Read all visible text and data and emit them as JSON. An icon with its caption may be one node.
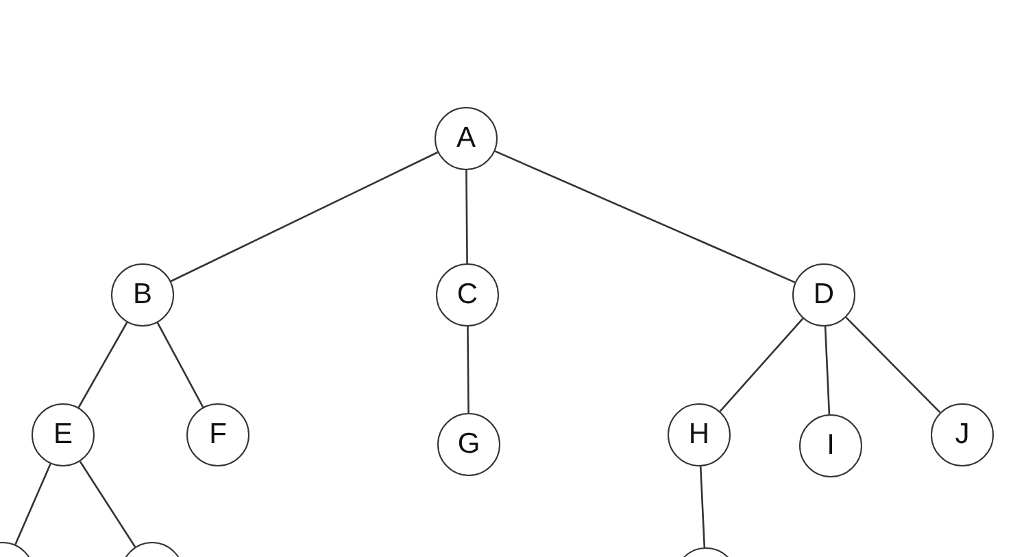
{
  "diagram": {
    "nodes": [
      {
        "text": [
          "A"
        ]
      },
      {
        "text": [
          "B"
        ]
      },
      {
        "text": [
          "C"
        ]
      },
      {
        "text": [
          "D"
        ]
      },
      {
        "text": [
          "E"
        ]
      },
      {
        "text": [
          "F"
        ]
      },
      {
        "text": [
          "G"
        ]
      },
      {
        "text": [
          "H"
        ]
      },
      {
        "text": [
          "I"
        ]
      },
      {
        "text": [
          "J"
        ]
      },
      {
        "text": [],
        "shape": "circle"
      },
      {
        "text": [],
        "shape": "circle"
      },
      {
        "text": [],
        "shape": "circle"
      }
    ],
    "edges": [
      {
        "from": 0,
        "to": 1,
        "arrow": "none"
      },
      {
        "from": 0,
        "to": 2,
        "arrow": "none"
      },
      {
        "from": 0,
        "to": 3,
        "arrow": "none"
      },
      {
        "from": 1,
        "to": 4,
        "arrow": "none"
      },
      {
        "from": 1,
        "to": 5,
        "arrow": "none"
      },
      {
        "from": 2,
        "to": 6,
        "arrow": "none"
      },
      {
        "from": 3,
        "to": 7,
        "arrow": "none"
      },
      {
        "from": 3,
        "to": 8,
        "arrow": "none"
      },
      {
        "from": 3,
        "to": 9,
        "arrow": "none"
      },
      {
        "from": 4,
        "to": 10,
        "arrow": "none"
      },
      {
        "from": 4,
        "to": 11,
        "arrow": "none"
      },
      {
        "from": 7,
        "to": 12,
        "arrow": "none"
      }
    ]
  }
}
